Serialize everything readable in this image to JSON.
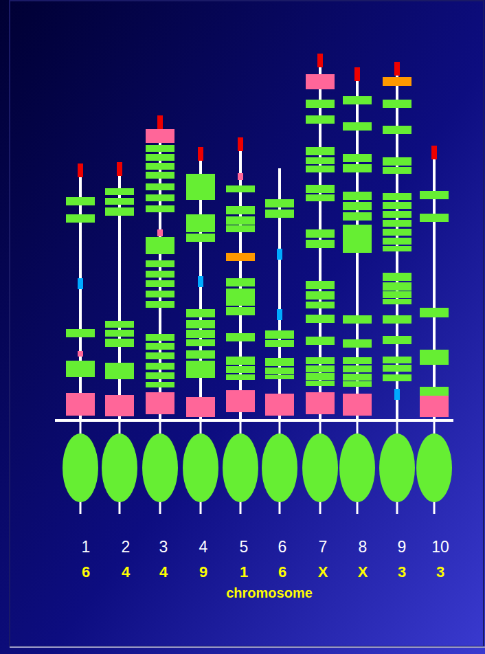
{
  "diagram": {
    "labels": [
      "1",
      "2",
      "3",
      "4",
      "5",
      "6",
      "7",
      "8",
      "9",
      "10",
      "6",
      "4",
      "4",
      "9",
      "1",
      "6",
      "X",
      "X",
      "3",
      "3",
      "chromosome"
    ]
  }
}
